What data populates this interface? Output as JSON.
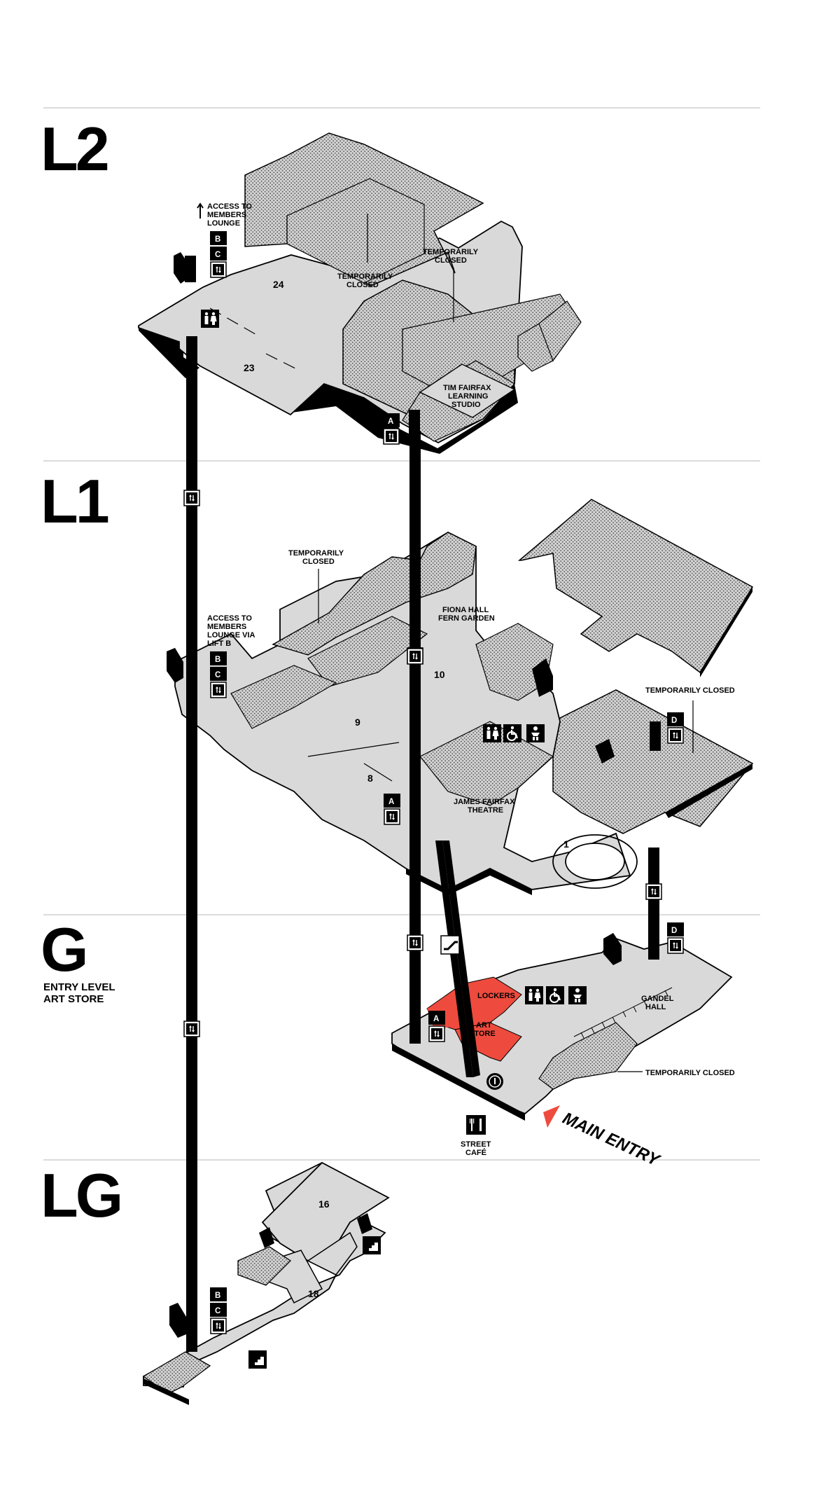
{
  "levels": {
    "l2": "L2",
    "l1": "L1",
    "g": "G",
    "g_sub1": "ENTRY LEVEL",
    "g_sub2": "ART STORE",
    "lg": "LG"
  },
  "lifts": {
    "a": "A",
    "b": "B",
    "c": "C",
    "d": "D"
  },
  "l2": {
    "access_lounge": [
      "ACCESS TO",
      "MEMBERS",
      "LOUNGE"
    ],
    "temp_closed_1": [
      "TEMPORARILY",
      "CLOSED"
    ],
    "temp_closed_2": [
      "TEMPORARILY",
      "CLOSED"
    ],
    "learning_studio": [
      "TIM FAIRFAX",
      "LEARNING",
      "STUDIO"
    ],
    "room_24": "24",
    "room_23": "23"
  },
  "l1": {
    "temp_closed_1": [
      "TEMPORARILY",
      "CLOSED"
    ],
    "fern_garden": [
      "FIONA HALL",
      "FERN GARDEN"
    ],
    "access_lounge": [
      "ACCESS TO",
      "MEMBERS",
      "LOUNGE VIA",
      "LIFT B"
    ],
    "temp_closed_2": "TEMPORARILY CLOSED",
    "theatre": [
      "JAMES FAIRFAX",
      "THEATRE"
    ],
    "room_10": "10",
    "room_9": "9",
    "room_8": "8",
    "room_1": "1"
  },
  "g": {
    "lockers": "LOCKERS",
    "art_store": [
      "ART",
      "STORE"
    ],
    "gandel_hall": [
      "GANDEL",
      "HALL"
    ],
    "temp_closed": "TEMPORARILY CLOSED",
    "street_cafe": [
      "STREET",
      "CAFÉ"
    ],
    "main_entry": "MAIN ENTRY"
  },
  "lg": {
    "room_16": "16",
    "room_18": "18"
  },
  "colors": {
    "floor": "#d9d9d9",
    "closed_pattern": "#cfcfcf",
    "accent_red": "#ee4b3e",
    "ink": "#000000",
    "divider": "#cccccc"
  }
}
